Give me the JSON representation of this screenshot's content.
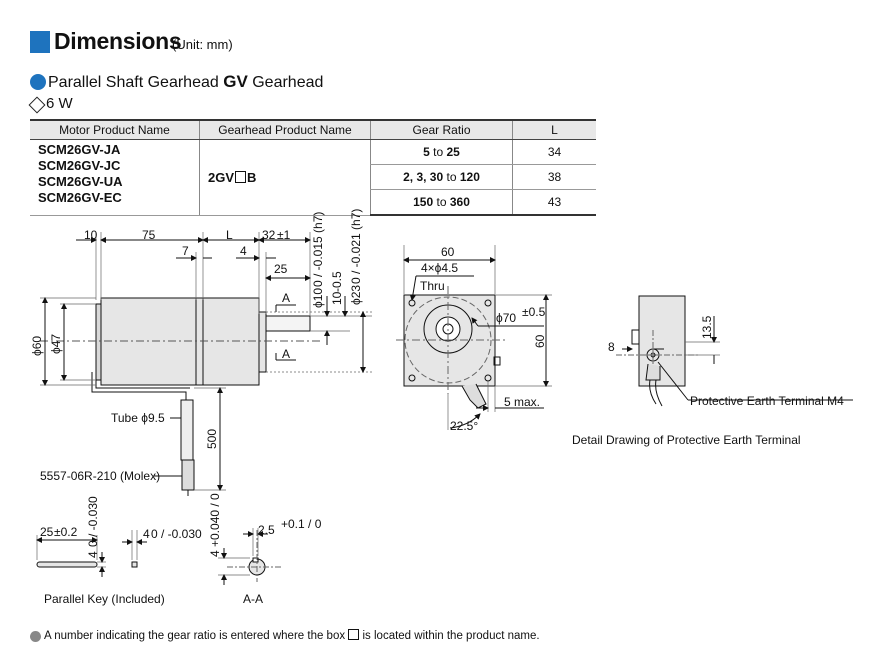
{
  "header": {
    "title": "Dimensions",
    "unit": "(Unit: mm)"
  },
  "section": {
    "title_prefix": "Parallel Shaft Gearhead ",
    "title_brand": "GV",
    "title_suffix": " Gearhead",
    "power": "6 W"
  },
  "table": {
    "headers": [
      "Motor Product Name",
      "Gearhead Product Name",
      "Gear Ratio",
      "L"
    ],
    "motors": [
      "SCM26GV-JA",
      "SCM26GV-JC",
      "SCM26GV-UA",
      "SCM26GV-EC"
    ],
    "gearhead_prefix": "2GV",
    "gearhead_suffix": "B",
    "rows": [
      {
        "ratio_a": "5",
        "ratio_to": " to ",
        "ratio_b": "25",
        "L": "34"
      },
      {
        "ratio_a": "2, 3, 30",
        "ratio_to": " to ",
        "ratio_b": "120",
        "L": "38"
      },
      {
        "ratio_a": "150",
        "ratio_to": " to ",
        "ratio_b": "360",
        "L": "43"
      }
    ]
  },
  "side_view": {
    "dims": {
      "d10": "10",
      "d75": "75",
      "d7": "7",
      "dL": "L",
      "d4": "4",
      "d32": "32",
      "d32tol": "±1",
      "d25": "25",
      "A": "A",
      "phi60": "ϕ60",
      "phi47": "ϕ47",
      "phi10": "ϕ10",
      "phi10tol": "0 / -0.015 (h7)",
      "d10b": "10",
      "d10btol": "-0.5",
      "phi23": "ϕ23",
      "phi23tol": "0 / -0.021 (h7)",
      "tube": "Tube ϕ9.5",
      "d500": "500",
      "connector": "5557-06R-210 (Molex)"
    }
  },
  "front_view": {
    "dims": {
      "d60top": "60",
      "holes": "4×ϕ4.5",
      "thru": "Thru",
      "phi70": "ϕ70",
      "phi70tol": "±0.5",
      "d60side": "60",
      "max5": "5 max.",
      "angle": "22.5°"
    }
  },
  "detail": {
    "d8": "8",
    "d135": "13.5",
    "terminal": "Protective Earth Terminal M4",
    "caption": "Detail Drawing of Protective Earth Terminal"
  },
  "key": {
    "d25": "25",
    "d25tol": "±0.2",
    "d4a": "4",
    "d4atol": "0 / -0.030",
    "d4b": "4",
    "d4btol": "0 / -0.030",
    "caption": "Parallel Key (Included)"
  },
  "section_aa": {
    "d4": "4",
    "d4tol": "+0.040 / 0",
    "d25": "2.5",
    "d25tol": "+0.1 / 0",
    "caption": "A-A"
  },
  "footnote": {
    "before": "A number indicating the gear ratio is entered where the box ",
    "after": " is located within the product name."
  }
}
